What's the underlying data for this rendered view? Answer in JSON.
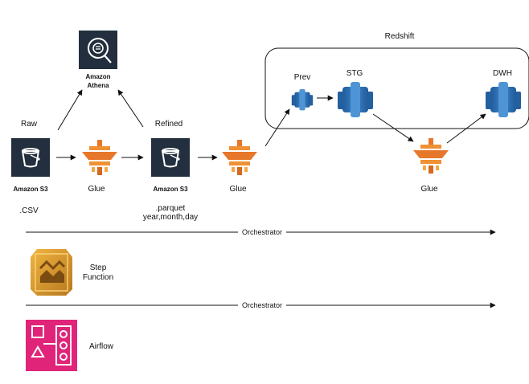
{
  "labels": {
    "raw": "Raw",
    "refined": "Refined",
    "redshift": "Redshift",
    "prev": "Prev",
    "stg": "STG",
    "dwh": "DWH",
    "athena_line1": "Amazon",
    "athena_line2": "Athena",
    "s3_raw": "Amazon S3",
    "s3_refined": "Amazon S3",
    "glue_1": "Glue",
    "glue_2": "Glue",
    "glue_3": "Glue",
    "csv": ".CSV",
    "parquet_line1": ".parquet",
    "parquet_line2": "year,month,day",
    "orchestrator_1": "Orchestrator",
    "orchestrator_2": "Orchestrator",
    "step_line1": "Step",
    "step_line2": "Function",
    "airflow": "Airflow"
  },
  "icons": {
    "athena": "amazon-athena-icon",
    "s3": "amazon-s3-bucket-icon",
    "glue": "aws-glue-icon",
    "redshift": "amazon-redshift-icon",
    "step_functions": "aws-step-functions-icon",
    "airflow": "apache-airflow-icon"
  },
  "colors": {
    "dark_tile": "#232f3e",
    "glue_orange": "#e7772a",
    "redshift_blue": "#2e73b8",
    "step_gold": "#c9912c",
    "airflow_pink": "#e0247a",
    "line": "#111111"
  }
}
